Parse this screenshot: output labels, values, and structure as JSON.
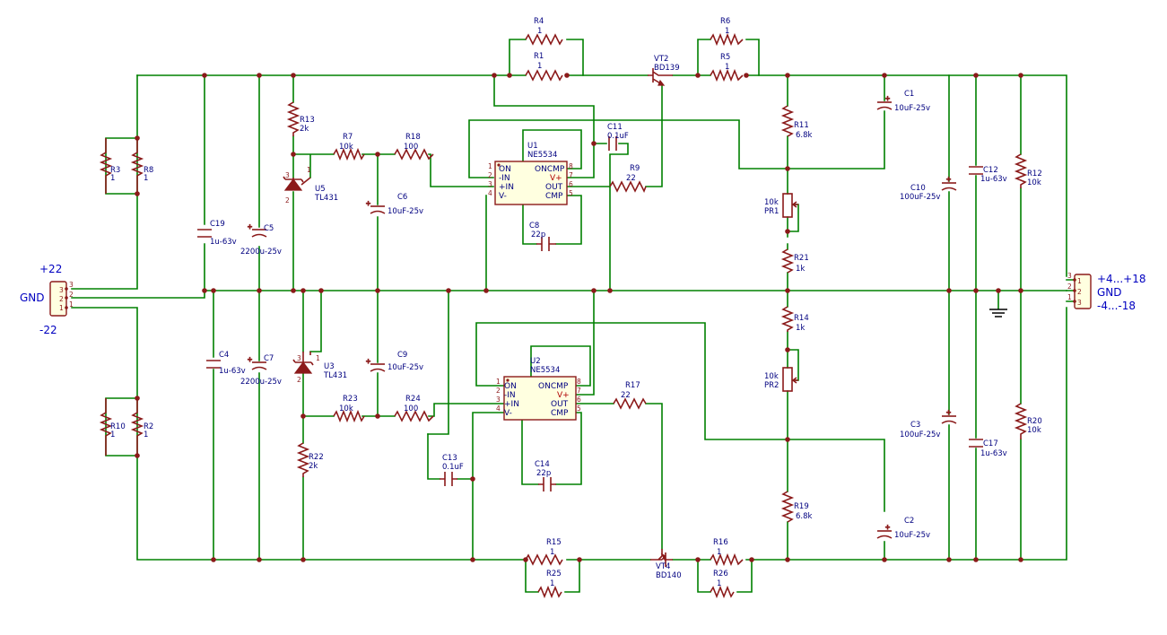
{
  "colors": {
    "wire": "#008000",
    "component": "#8b1a1a",
    "text": "#000080",
    "connector_text": "#0000c0",
    "body_fill": "#ffffe0"
  },
  "connectors": {
    "left": {
      "top_label": "+22",
      "mid_label": "GND",
      "bottom_label": "-22",
      "pins": [
        "3",
        "2",
        "1"
      ],
      "wires": [
        "3",
        "2",
        "1"
      ]
    },
    "right": {
      "top_label": "+4...+18",
      "mid_label": "GND",
      "bottom_label": "-4...-18",
      "pins": [
        "1",
        "2",
        "3"
      ],
      "wires": [
        "3",
        "2",
        "1"
      ]
    }
  },
  "resistors": [
    {
      "id": "r1",
      "ref": "R1",
      "value": "1"
    },
    {
      "id": "r2",
      "ref": "R2",
      "value": "1"
    },
    {
      "id": "r3",
      "ref": "R3",
      "value": "1"
    },
    {
      "id": "r4",
      "ref": "R4",
      "value": "1"
    },
    {
      "id": "r5",
      "ref": "R5",
      "value": "1"
    },
    {
      "id": "r6",
      "ref": "R6",
      "value": "1"
    },
    {
      "id": "r7",
      "ref": "R7",
      "value": "10k"
    },
    {
      "id": "r8",
      "ref": "R8",
      "value": "1"
    },
    {
      "id": "r9",
      "ref": "R9",
      "value": "22"
    },
    {
      "id": "r10",
      "ref": "R10",
      "value": "1"
    },
    {
      "id": "r11",
      "ref": "R11",
      "value": "6.8k"
    },
    {
      "id": "r12",
      "ref": "R12",
      "value": "10k"
    },
    {
      "id": "r13",
      "ref": "R13",
      "value": "2k"
    },
    {
      "id": "r14",
      "ref": "R14",
      "value": "1k"
    },
    {
      "id": "r15",
      "ref": "R15",
      "value": "1"
    },
    {
      "id": "r16",
      "ref": "R16",
      "value": "1"
    },
    {
      "id": "r17",
      "ref": "R17",
      "value": "22"
    },
    {
      "id": "r18",
      "ref": "R18",
      "value": "100"
    },
    {
      "id": "r19",
      "ref": "R19",
      "value": "6.8k"
    },
    {
      "id": "r20",
      "ref": "R20",
      "value": "10k"
    },
    {
      "id": "r21",
      "ref": "R21",
      "value": "1k"
    },
    {
      "id": "r22",
      "ref": "R22",
      "value": "2k"
    },
    {
      "id": "r23",
      "ref": "R23",
      "value": "10k"
    },
    {
      "id": "r24",
      "ref": "R24",
      "value": "100"
    },
    {
      "id": "r25",
      "ref": "R25",
      "value": "1"
    },
    {
      "id": "r26",
      "ref": "R26",
      "value": "1"
    }
  ],
  "capacitors": [
    {
      "id": "c1",
      "ref": "C1",
      "value": "10uF-25v"
    },
    {
      "id": "c2",
      "ref": "C2",
      "value": "10uF-25v"
    },
    {
      "id": "c3",
      "ref": "C3",
      "value": "100uF-25v"
    },
    {
      "id": "c4",
      "ref": "C4",
      "value": "1u-63v"
    },
    {
      "id": "c5",
      "ref": "C5",
      "value": "2200u-25v"
    },
    {
      "id": "c6",
      "ref": "C6",
      "value": "10uF-25v"
    },
    {
      "id": "c7",
      "ref": "C7",
      "value": "2200u-25v"
    },
    {
      "id": "c8",
      "ref": "C8",
      "value": "22p"
    },
    {
      "id": "c9",
      "ref": "C9",
      "value": "10uF-25v"
    },
    {
      "id": "c10",
      "ref": "C10",
      "value": "100uF-25v"
    },
    {
      "id": "c11",
      "ref": "C11",
      "value": "0.1uF"
    },
    {
      "id": "c12",
      "ref": "C12",
      "value": "1u-63v"
    },
    {
      "id": "c13",
      "ref": "C13",
      "value": "0.1uF"
    },
    {
      "id": "c14",
      "ref": "C14",
      "value": "22p"
    },
    {
      "id": "c17",
      "ref": "C17",
      "value": "1u-63v"
    },
    {
      "id": "c19",
      "ref": "C19",
      "value": "1u-63v"
    }
  ],
  "pots": [
    {
      "id": "pr1",
      "ref": "PR1",
      "value": "10k"
    },
    {
      "id": "pr2",
      "ref": "PR2",
      "value": "10k"
    }
  ],
  "transistors": [
    {
      "id": "vt2",
      "ref": "VT2",
      "value": "BD139"
    },
    {
      "id": "vt4",
      "ref": "VT4",
      "value": "BD140"
    }
  ],
  "references": [
    {
      "id": "u5",
      "ref": "U5",
      "value": "TL431",
      "pins": [
        "3",
        "1",
        "2"
      ]
    },
    {
      "id": "u3",
      "ref": "U3",
      "value": "TL431",
      "pins": [
        "3",
        "1",
        "2"
      ]
    }
  ],
  "opamps": [
    {
      "id": "u1",
      "ref": "U1",
      "value": "NE5534",
      "left_pins": [
        {
          "num": "1",
          "name": "ON"
        },
        {
          "num": "2",
          "name": "-IN"
        },
        {
          "num": "3",
          "name": "+IN"
        },
        {
          "num": "4",
          "name": "V-"
        }
      ],
      "right_pins": [
        {
          "num": "8",
          "name": "ONCMP"
        },
        {
          "num": "7",
          "name": "V+"
        },
        {
          "num": "6",
          "name": "OUT"
        },
        {
          "num": "5",
          "name": "CMP"
        }
      ]
    },
    {
      "id": "u2",
      "ref": "U2",
      "value": "NE5534",
      "left_pins": [
        {
          "num": "1",
          "name": "ON"
        },
        {
          "num": "2",
          "name": "-IN"
        },
        {
          "num": "3",
          "name": "+IN"
        },
        {
          "num": "4",
          "name": "V-"
        }
      ],
      "right_pins": [
        {
          "num": "8",
          "name": "ONCMP"
        },
        {
          "num": "7",
          "name": "V+"
        },
        {
          "num": "6",
          "name": "OUT"
        },
        {
          "num": "5",
          "name": "CMP"
        }
      ]
    }
  ]
}
